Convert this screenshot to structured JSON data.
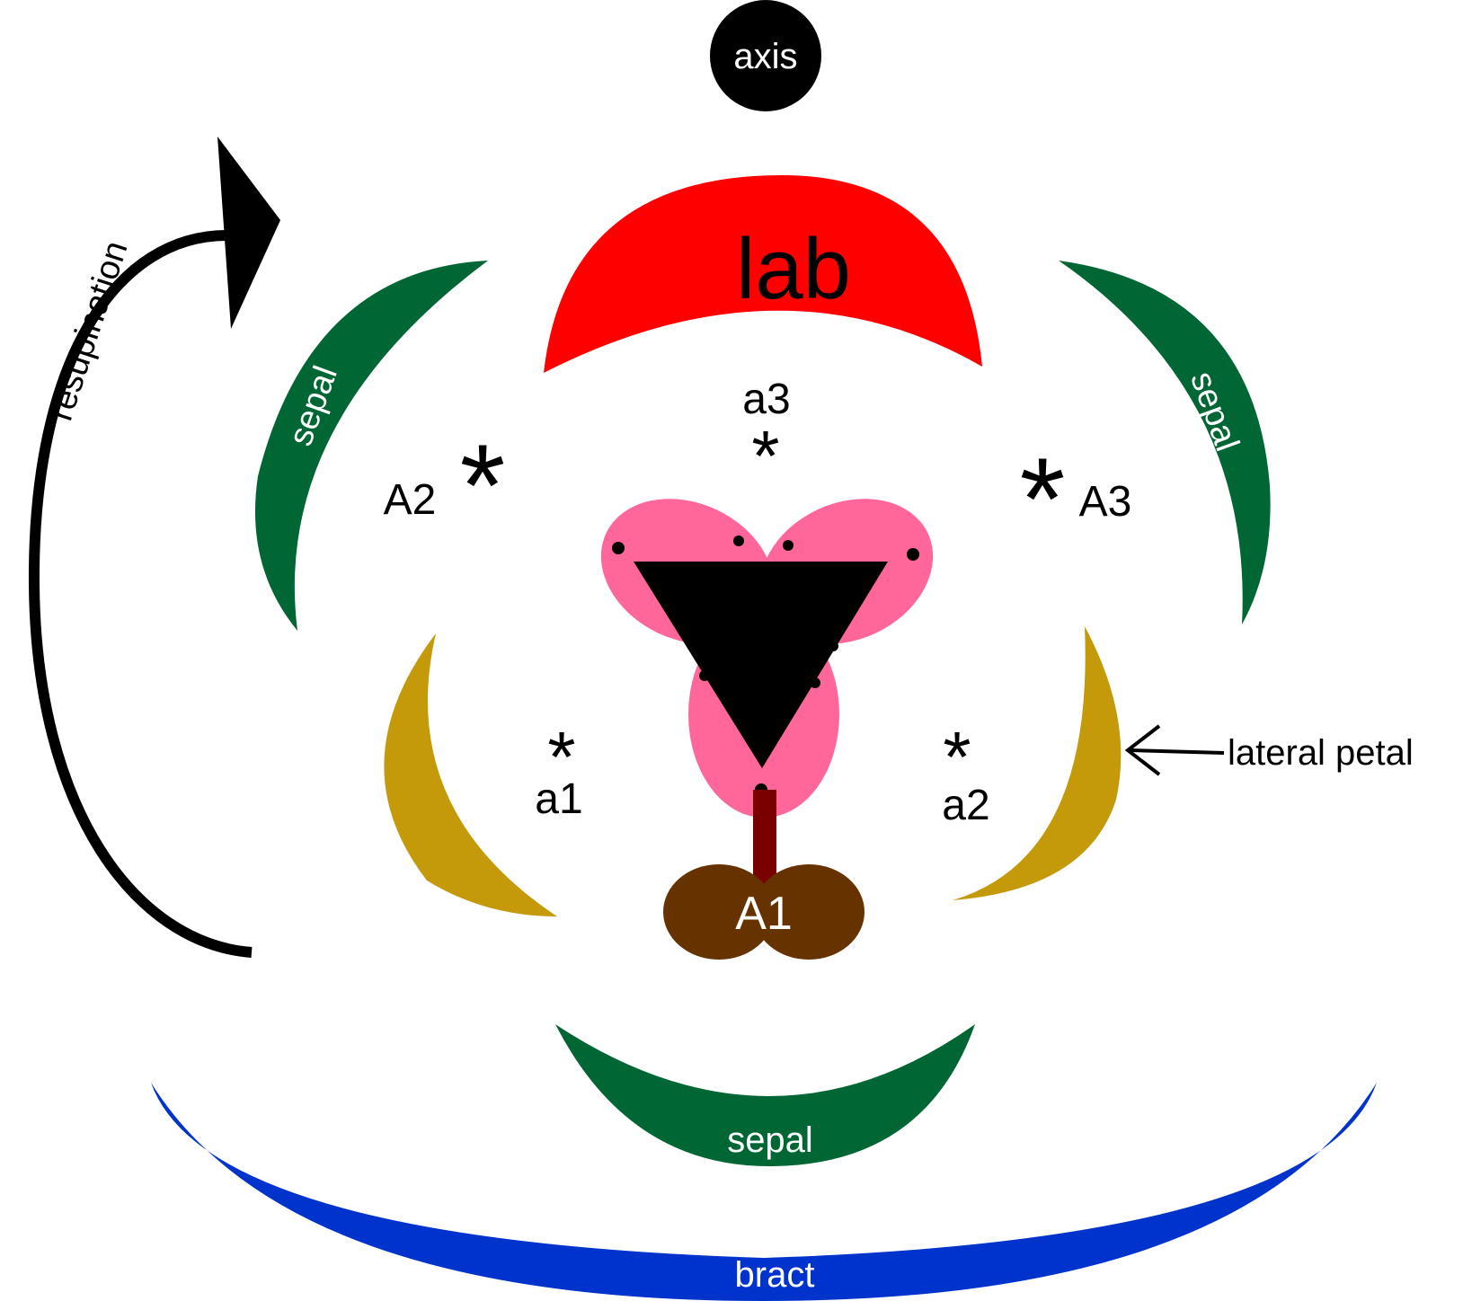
{
  "labels": {
    "axis": "axis",
    "lab": "lab",
    "sepal_left": "sepal",
    "sepal_right": "sepal",
    "sepal_bottom": "sepal",
    "bract": "bract",
    "resupination": "resupination",
    "lateral_petal": "lateral petal",
    "A1": "A1",
    "A2": "A2",
    "A3": "A3",
    "a1": "a1",
    "a2": "a2",
    "a3": "a3",
    "asterisk": "*"
  },
  "colors": {
    "axis": "#000000",
    "labellum": "#ff0000",
    "sepal": "#006633",
    "lateral_petal": "#c49a0a",
    "gynoecium": "#ff6699",
    "style_center": "#000000",
    "anther_filament": "#7a0000",
    "anther": "#663300",
    "bract": "#0033cc",
    "arrow": "#000000"
  }
}
